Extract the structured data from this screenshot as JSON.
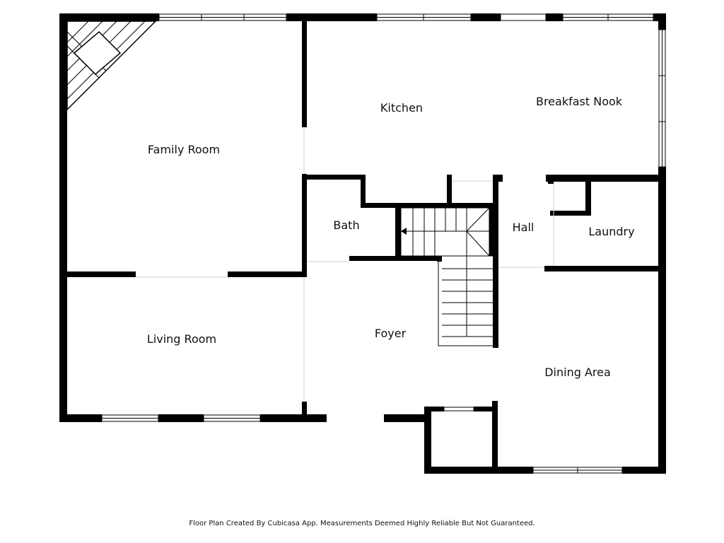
{
  "floor_plan": {
    "rooms": {
      "family_room": "Family Room",
      "kitchen": "Kitchen",
      "breakfast_nook": "Breakfast Nook",
      "bath": "Bath",
      "hall": "Hall",
      "laundry": "Laundry",
      "living_room": "Living Room",
      "foyer": "Foyer",
      "dining_area": "Dining Area"
    }
  },
  "footer": {
    "disclaimer": "Floor Plan Created By Cubicasa App. Measurements Deemed Highly Reliable But Not Guaranteed."
  },
  "colors": {
    "wall": "#000000",
    "window": "#ffffff",
    "background": "#ffffff"
  }
}
